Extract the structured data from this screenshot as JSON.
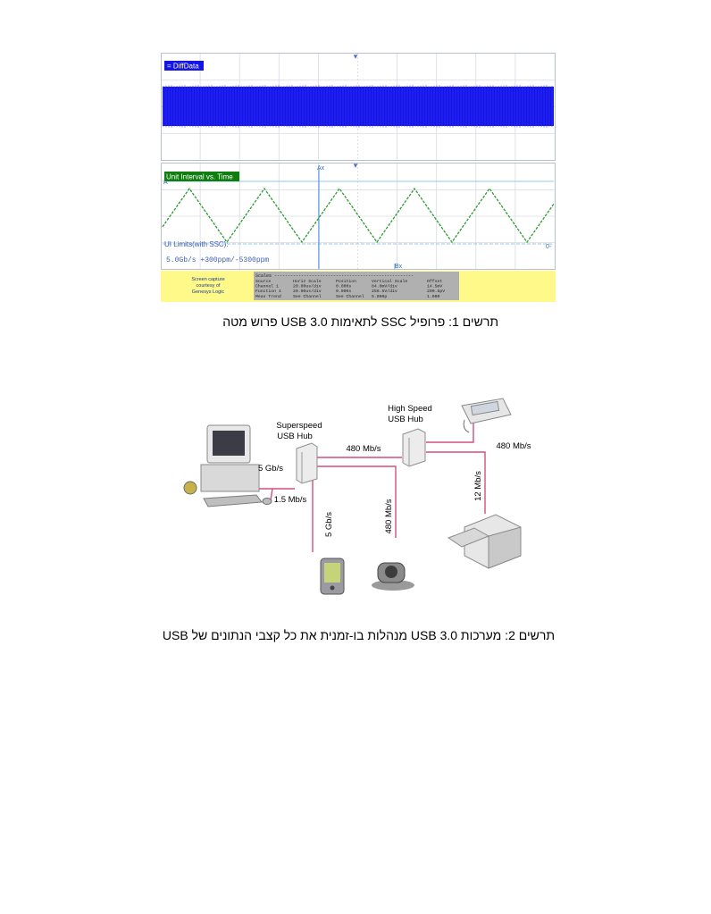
{
  "figure1": {
    "top_panel_label": "DiffData",
    "bottom_panel_label": "Unit Interval vs. Time",
    "marker_a_label": "Ax",
    "marker_b_label": "Bx",
    "left_ref_label": "A",
    "right_ref_label": "0-",
    "limits_label": "UI Limits(with SSC):",
    "limits_value": "5.0Gb/s +300ppm/-5300ppm",
    "credit_lines": [
      "Screen capture",
      "courtesy of",
      "Genesys Logic"
    ],
    "scales_title": "Scales ----------------------------------------------------",
    "scales_header": [
      "Source",
      "Horiz Scale",
      "Position",
      "Vertical Scale",
      "Offset"
    ],
    "scales_rows": [
      [
        "Channel 1",
        "20.00us/div",
        "0.000s",
        "84.0mV/div",
        "14.5mV"
      ],
      [
        "Function 4",
        "20.00us/div",
        "0.000s",
        "256.5V/div",
        "200.5pV"
      ],
      [
        "Meas Trend",
        "See Channel",
        "See Channel",
        "5.000p",
        "1.000"
      ]
    ],
    "caption": "תרשים 1: פרופיל SSC לתאימות USB 3.0 פרוש מטה"
  },
  "figure2": {
    "superspeed_hub_label": [
      "Superspeed",
      "USB Hub"
    ],
    "highspeed_hub_label": [
      "High Speed",
      "USB Hub"
    ],
    "link_labels": {
      "hub_to_hub": "480 Mb/s",
      "hs_to_fax": "480 Mb/s",
      "pc_to_hub": "5 Gb/s",
      "mouse": "1.5 Mb/s",
      "pda": "5 Gb/s",
      "camera": "480 Mb/s",
      "printer": "12 Mb/s"
    },
    "caption": "תרשים 2: מערכות USB 3.0 מנהלות בו-זמנית את כל קצבי הנתונים של USB"
  },
  "colors": {
    "signal_blue": "#1414e6",
    "trend_green": "#2e9a2e",
    "label_green_bg": "#0f7d0f",
    "panel_yellow": "#fff98a",
    "usb_link_pink": "#d44f7a",
    "grid_line": "#d6dbe3"
  }
}
